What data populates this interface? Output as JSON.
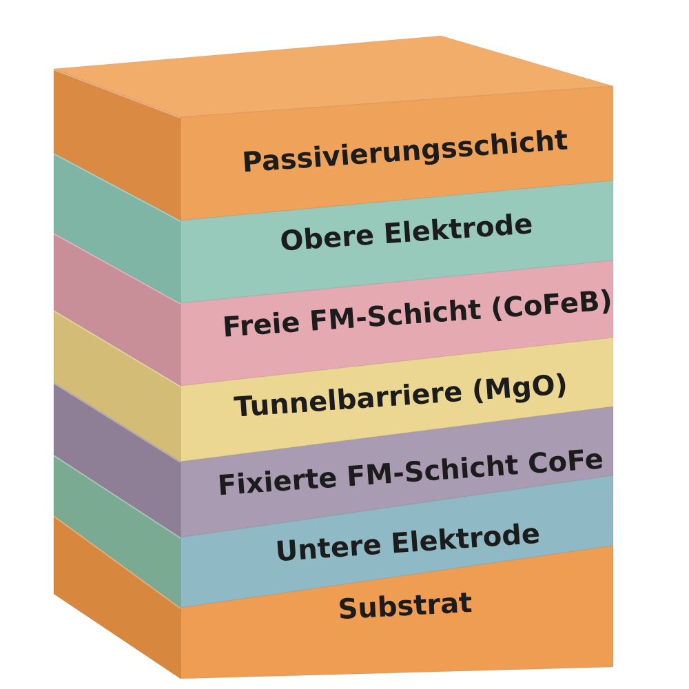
{
  "diagram": {
    "layers": [
      {
        "label": "Passivierungsschicht",
        "front": "#EFA25A",
        "side": "#DB8A44"
      },
      {
        "label": "Obere Elektrode",
        "front": "#97CABB",
        "side": "#7EB5A4"
      },
      {
        "label": "Freie FM-Schicht (CoFeB)",
        "front": "#E5A9B1",
        "side": "#C98F99"
      },
      {
        "label": "Tunnelbarriere (MgO)",
        "front": "#EBD792",
        "side": "#D3BD76"
      },
      {
        "label": "Fixierte FM-Schicht CoFe",
        "front": "#A99BB1",
        "side": "#8E7F97"
      },
      {
        "label": "Untere Elektrode",
        "front": "#8FBAC5",
        "side": "#7AAA92"
      },
      {
        "label": "Substrat",
        "front": "#EE9D53",
        "side": "#D8873F"
      }
    ],
    "top_color": "#F2AD6A"
  }
}
